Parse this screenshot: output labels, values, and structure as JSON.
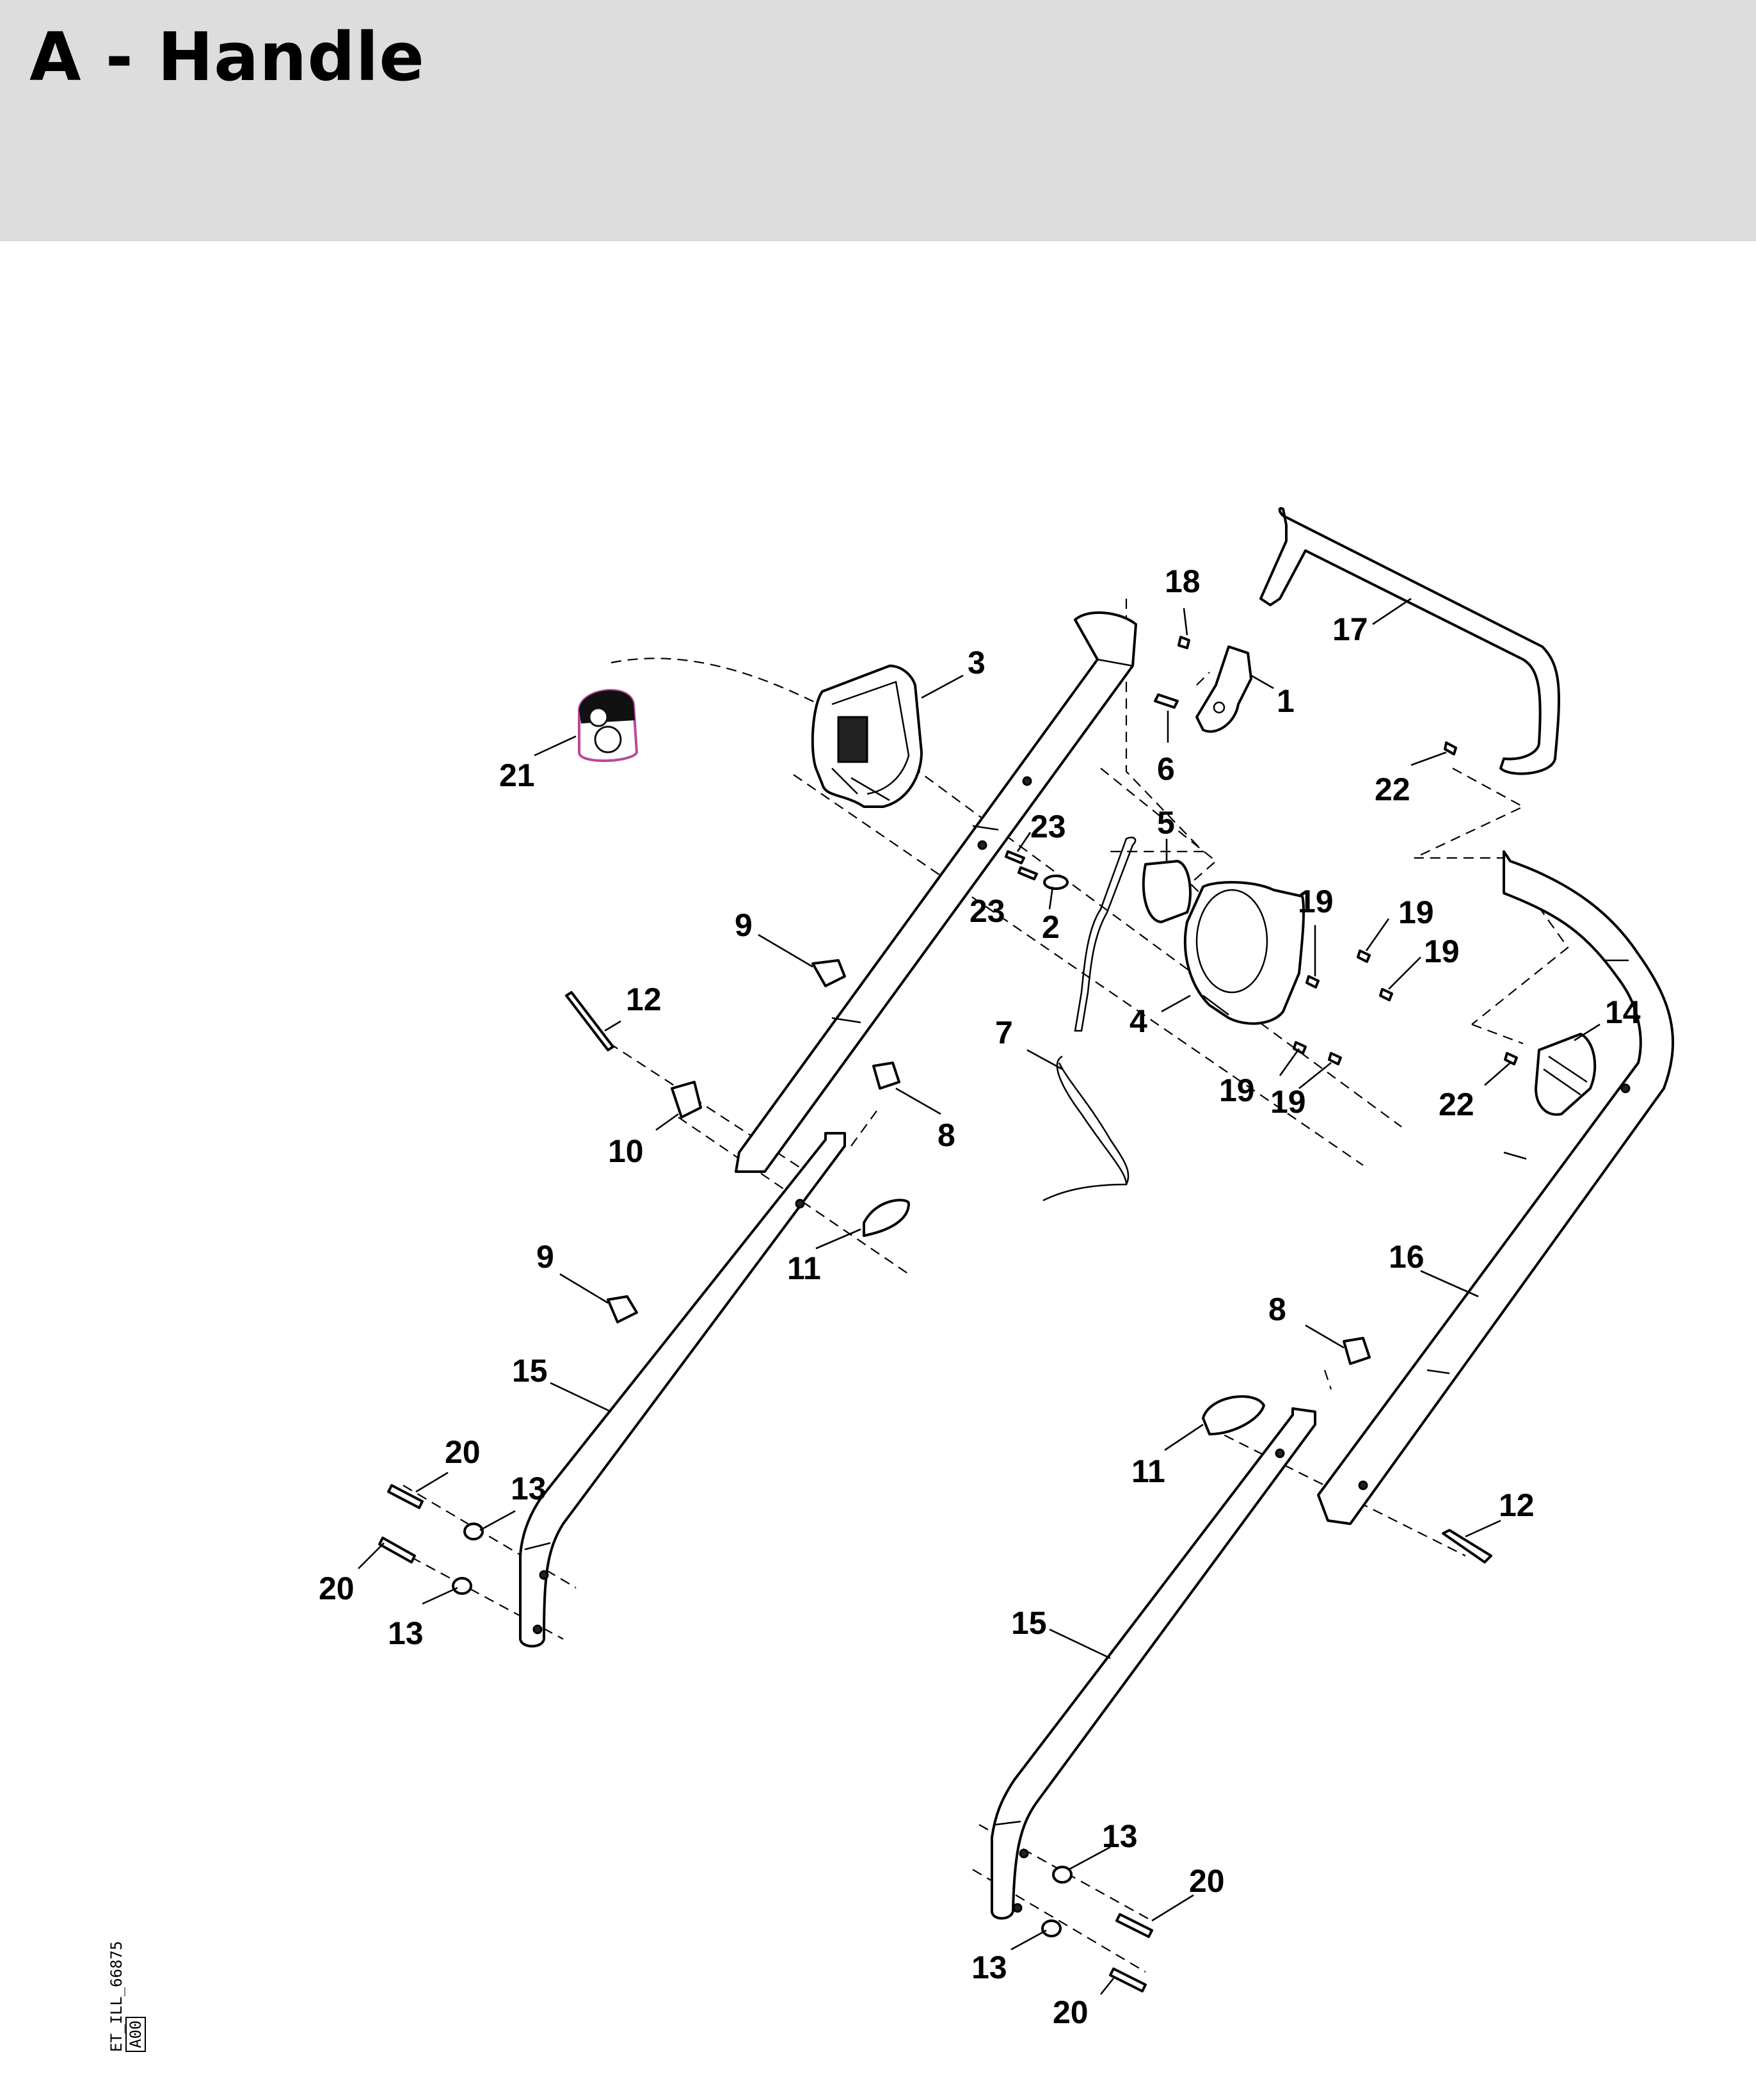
{
  "page": {
    "title": "A - Handle"
  },
  "diagram": {
    "callouts": [
      "18",
      "17",
      "3",
      "1",
      "21",
      "6",
      "22",
      "5",
      "23",
      "23",
      "2",
      "19",
      "19",
      "19",
      "9",
      "12",
      "4",
      "7",
      "14",
      "10",
      "8",
      "19",
      "19",
      "22",
      "11",
      "16",
      "9",
      "8",
      "15",
      "20",
      "11",
      "12",
      "13",
      "20",
      "13",
      "15",
      "13",
      "20",
      "13",
      "20"
    ]
  },
  "sheet": {
    "image_id": "ET_ILL_66875",
    "revision": "A00"
  }
}
